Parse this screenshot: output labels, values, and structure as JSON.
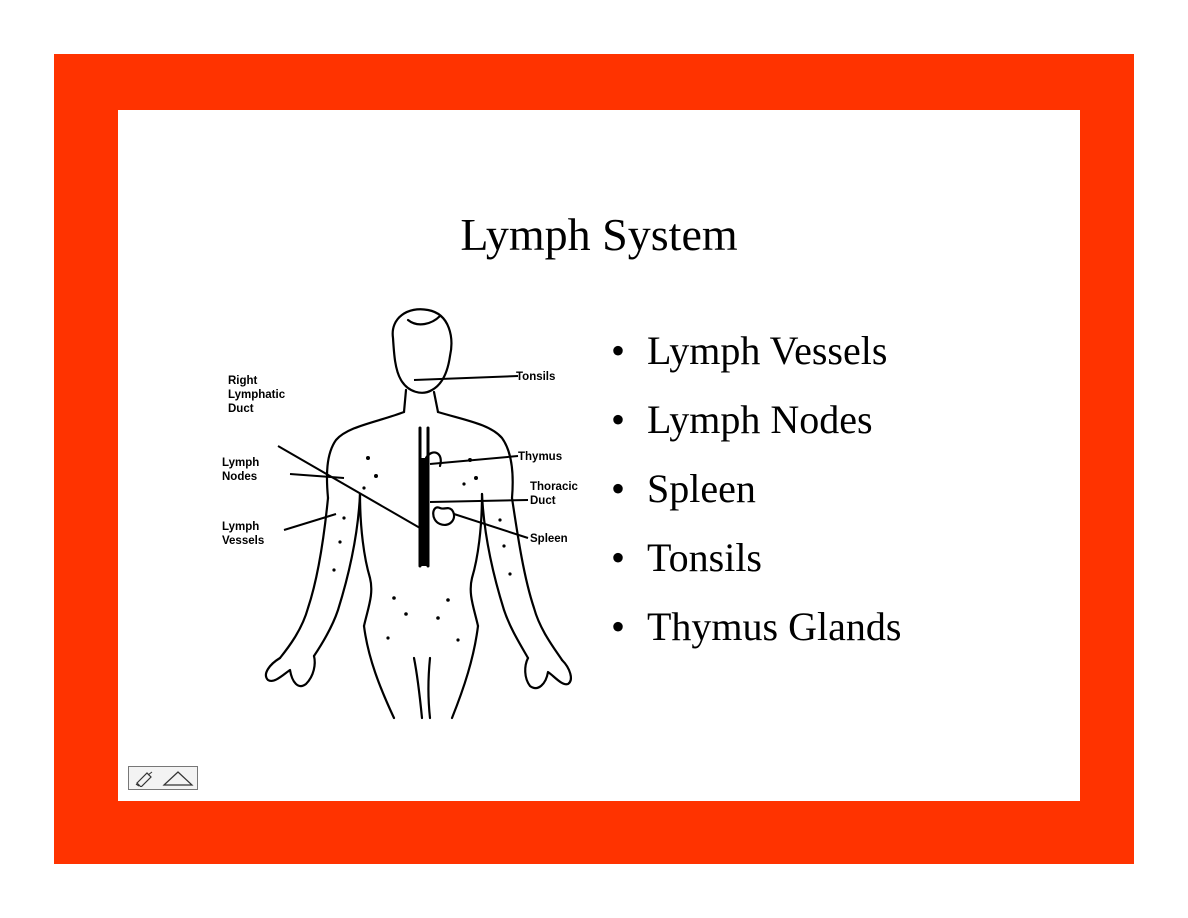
{
  "slide": {
    "title": "Lymph System",
    "bullets": [
      "Lymph Vessels",
      "Lymph Nodes",
      "Spleen",
      "Tonsils",
      "Thymus Glands"
    ],
    "bullet_char": "•"
  },
  "diagram": {
    "labels": {
      "right_lymphatic_duct": [
        "Right",
        "Lymphatic",
        "Duct"
      ],
      "lymph_nodes": [
        "Lymph",
        "Nodes"
      ],
      "lymph_vessels": [
        "Lymph",
        "Vessels"
      ],
      "tonsils": "Tonsils",
      "thymus": "Thymus",
      "thoracic_duct": [
        "Thoracic",
        "Duct"
      ],
      "spleen": "Spleen"
    }
  },
  "colors": {
    "frame": "#ff3300",
    "slide_bg": "#ffffff",
    "text": "#000000"
  },
  "nav": {
    "icons": [
      "pen-icon",
      "triangle-icon"
    ]
  }
}
